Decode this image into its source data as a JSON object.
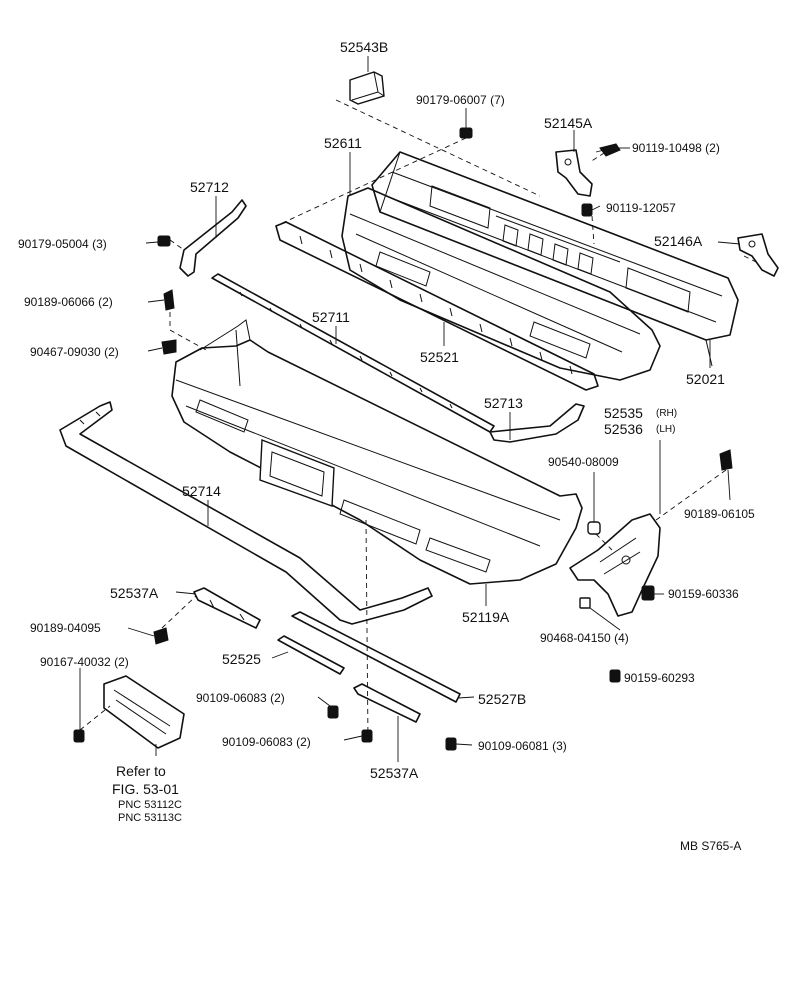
{
  "labels": {
    "p52543B": "52543B",
    "p90179_06007": "90179-06007 (7)",
    "p52145A": "52145A",
    "p90119_10498": "90119-10498 (2)",
    "p52611": "52611",
    "p90119_12057": "90119-12057",
    "p52712": "52712",
    "p52146A": "52146A",
    "p90179_05004": "90179-05004 (3)",
    "p90189_06066": "90189-06066 (2)",
    "p52711": "52711",
    "p52521": "52521",
    "p52021": "52021",
    "p90467_09030": "90467-09030 (2)",
    "p52713": "52713",
    "p52535": "52535",
    "p52535_side": "(RH)",
    "p52536": "52536",
    "p52536_side": "(LH)",
    "p90540_08009": "90540-08009",
    "p90189_06105": "90189-06105",
    "p52714": "52714",
    "p90159_60336": "90159-60336",
    "p52537A_top": "52537A",
    "p52119A": "52119A",
    "p90189_04095": "90189-04095",
    "p90468_04150": "90468-04150 (4)",
    "p90167_40032": "90167-40032 (2)",
    "p52525": "52525",
    "p90159_60293": "90159-60293",
    "p90109_06083_a": "90109-06083 (2)",
    "p52527B": "52527B",
    "p90109_06083_b": "90109-06083 (2)",
    "p90109_06081": "90109-06081 (3)",
    "p52537A_bottom": "52537A"
  },
  "refer": {
    "line1": "Refer to",
    "line2": "FIG. 53-01",
    "pnc1": "PNC 53112C",
    "pnc2": "PNC 53113C"
  },
  "footer": {
    "code": "MB  S765-A"
  }
}
